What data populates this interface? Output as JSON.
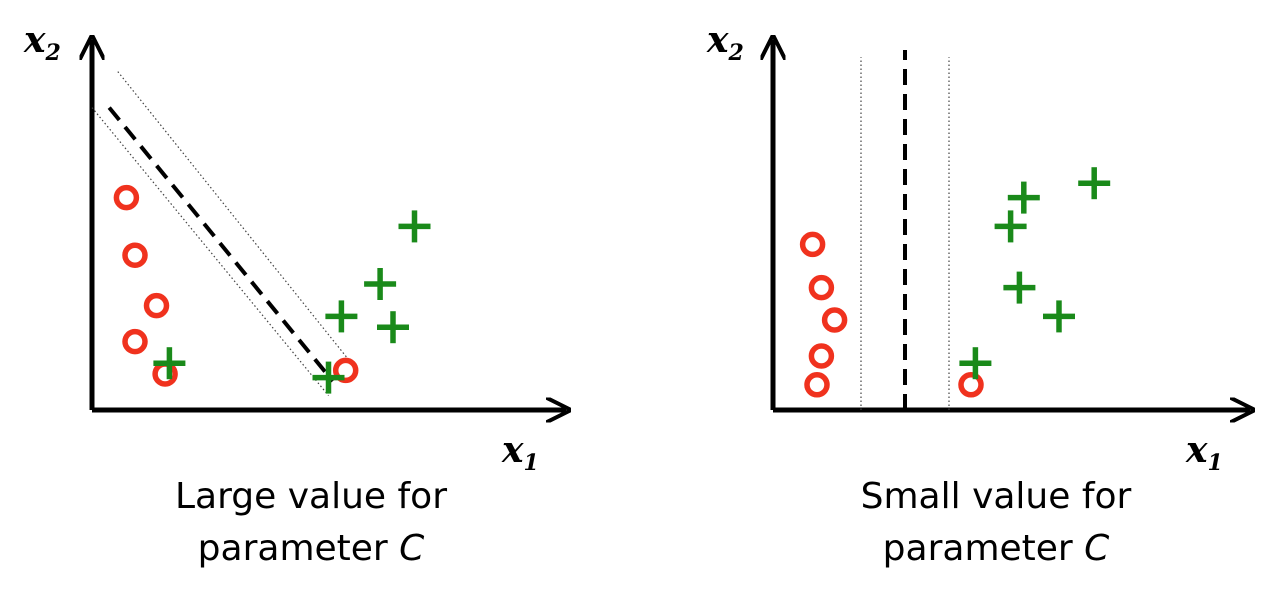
{
  "colors": {
    "positive": "#1a8a1a",
    "negative": "#f0321e",
    "axis": "#000000"
  },
  "icons": {
    "positive_marker": "plus-icon",
    "negative_marker": "circle-icon"
  },
  "panels": [
    {
      "x_axis": {
        "letter": "x",
        "subscript": "1"
      },
      "y_axis": {
        "letter": "x",
        "subscript": "2"
      },
      "caption_line1": "Large value for",
      "caption_line2_prefix": "parameter ",
      "caption_line2_italic": "C",
      "positive_points": [
        [
          0.18,
          0.13
        ],
        [
          0.55,
          0.09
        ],
        [
          0.58,
          0.26
        ],
        [
          0.7,
          0.23
        ],
        [
          0.67,
          0.35
        ],
        [
          0.75,
          0.51
        ]
      ],
      "negative_points": [
        [
          0.08,
          0.59
        ],
        [
          0.1,
          0.43
        ],
        [
          0.15,
          0.29
        ],
        [
          0.1,
          0.19
        ],
        [
          0.17,
          0.1
        ],
        [
          0.59,
          0.11
        ]
      ],
      "boundary": {
        "from": [
          0.04,
          0.84
        ],
        "to": [
          0.56,
          0.08
        ]
      },
      "margin_lines": [
        {
          "from": [
            0.0,
            0.84
          ],
          "to": [
            0.55,
            0.04
          ]
        },
        {
          "from": [
            0.06,
            0.94
          ],
          "to": [
            0.61,
            0.12
          ]
        }
      ]
    },
    {
      "x_axis": {
        "letter": "x",
        "subscript": "1"
      },
      "y_axis": {
        "letter": "x",
        "subscript": "2"
      },
      "caption_line1": "Small value for",
      "caption_line2_prefix": "parameter ",
      "caption_line2_italic": "C",
      "positive_points": [
        [
          0.46,
          0.13
        ],
        [
          0.65,
          0.26
        ],
        [
          0.56,
          0.34
        ],
        [
          0.54,
          0.51
        ],
        [
          0.73,
          0.63
        ],
        [
          0.57,
          0.59
        ]
      ],
      "negative_points": [
        [
          0.09,
          0.46
        ],
        [
          0.11,
          0.34
        ],
        [
          0.14,
          0.25
        ],
        [
          0.11,
          0.15
        ],
        [
          0.1,
          0.07
        ],
        [
          0.45,
          0.07
        ]
      ],
      "boundary": {
        "from": [
          0.3,
          0.0
        ],
        "to": [
          0.3,
          1.0
        ]
      },
      "margin_lines": [
        {
          "from": [
            0.2,
            0.0
          ],
          "to": [
            0.2,
            0.98
          ]
        },
        {
          "from": [
            0.4,
            0.0
          ],
          "to": [
            0.4,
            0.98
          ]
        }
      ]
    }
  ]
}
